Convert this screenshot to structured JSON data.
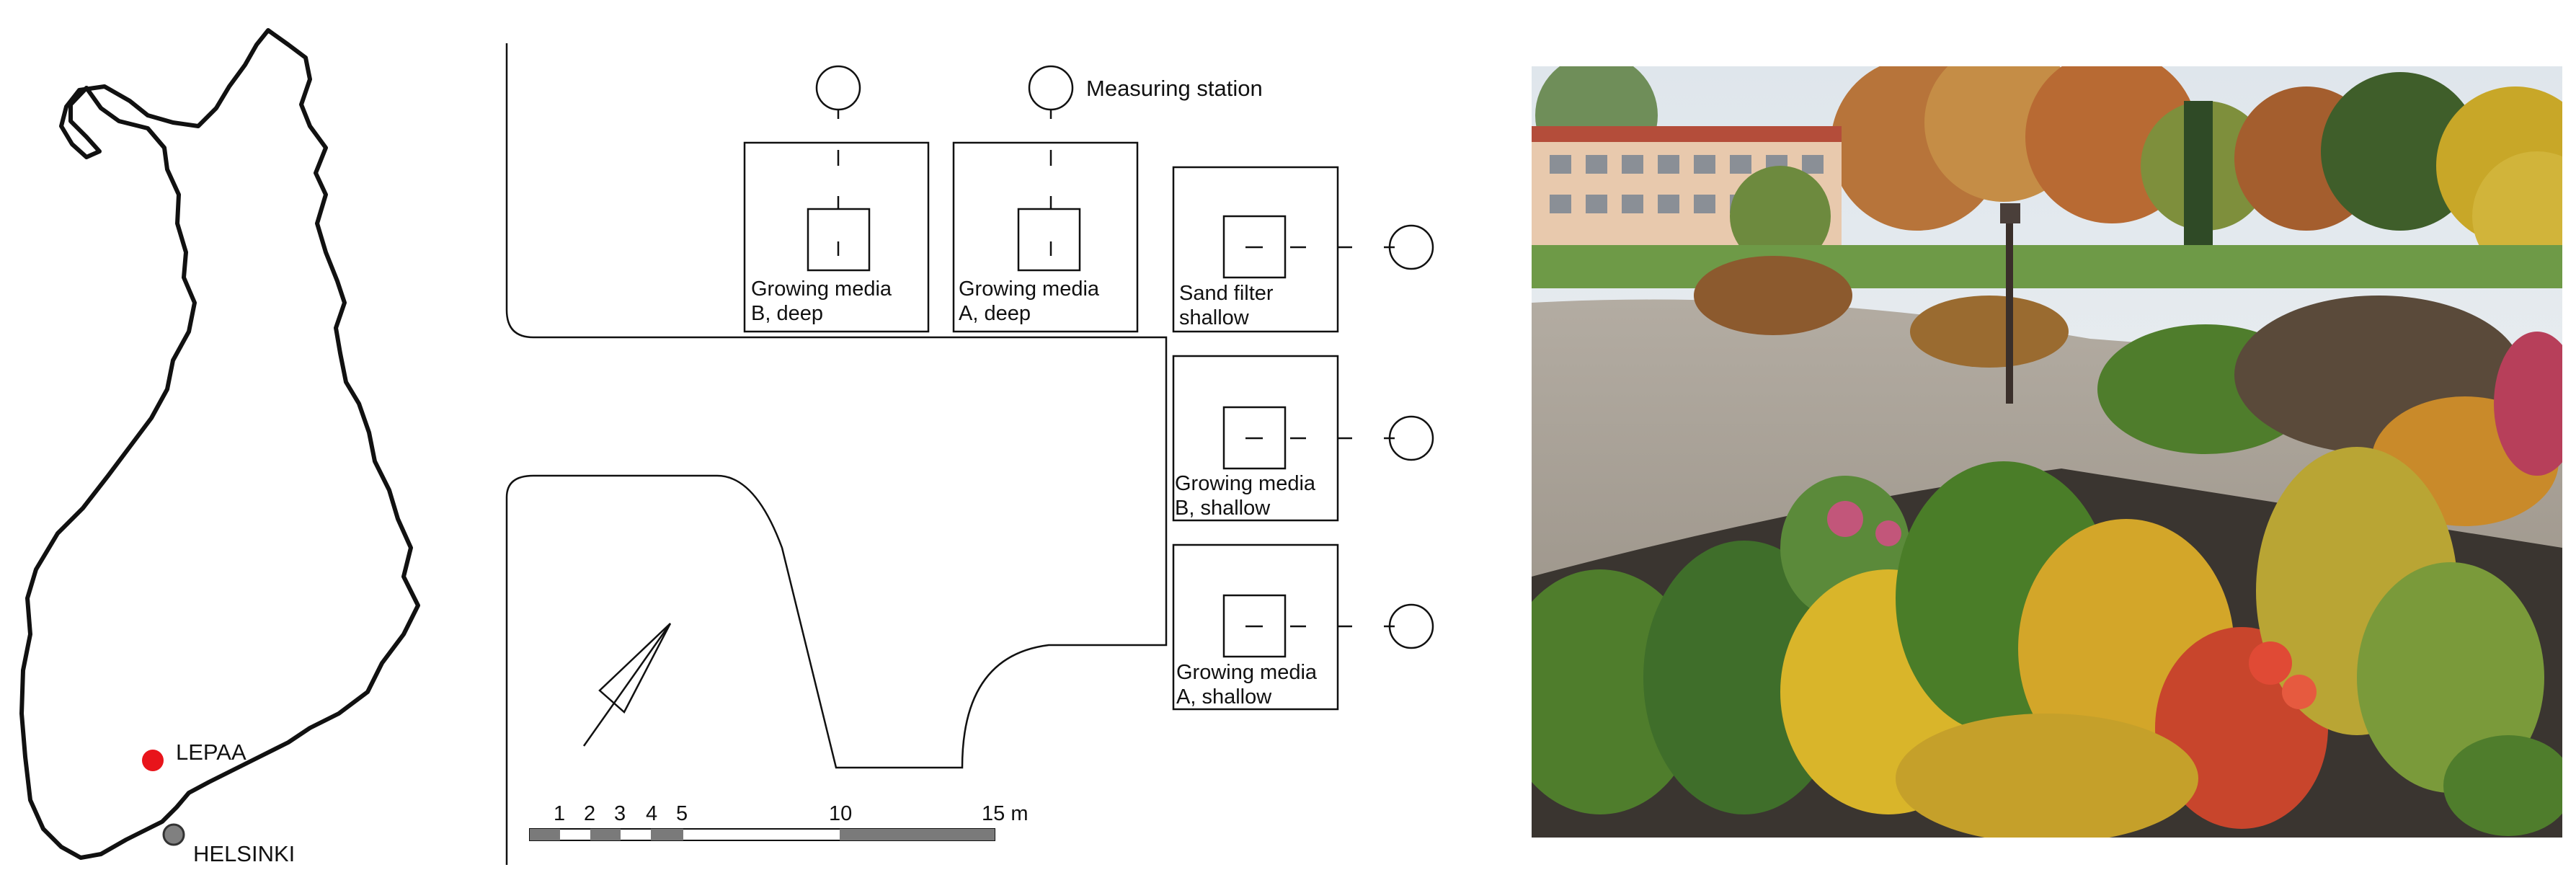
{
  "map": {
    "site_label": "LEPAA",
    "city_label": "HELSINKI",
    "site_color": "#e8141b",
    "city_color": "#808080"
  },
  "plan": {
    "station_label": "Measuring station",
    "plots": [
      {
        "id": "gm-b-deep",
        "line1": "Growing media",
        "line2": "B, deep"
      },
      {
        "id": "gm-a-deep",
        "line1": "Growing media",
        "line2": "A, deep"
      },
      {
        "id": "sand-filter-shallow",
        "line1": "Sand filter",
        "line2": "shallow"
      },
      {
        "id": "gm-b-shallow",
        "line1": "Growing media",
        "line2": "B, shallow"
      },
      {
        "id": "gm-a-shallow",
        "line1": "Growing media",
        "line2": "A, shallow"
      }
    ],
    "scale": {
      "ticks": [
        "1",
        "2",
        "3",
        "4",
        "5",
        "10",
        "15 m"
      ],
      "dark_color": "#7a7a7a"
    }
  },
  "photo": {
    "icon": "garden-photo",
    "palette": {
      "sky": "#e9eef2",
      "building": "#e8c9ad",
      "gravel": "#a59d92",
      "foliage_green": "#4f7d2c",
      "foliage_yellow": "#d9b52a",
      "foliage_red": "#c8452c"
    }
  }
}
